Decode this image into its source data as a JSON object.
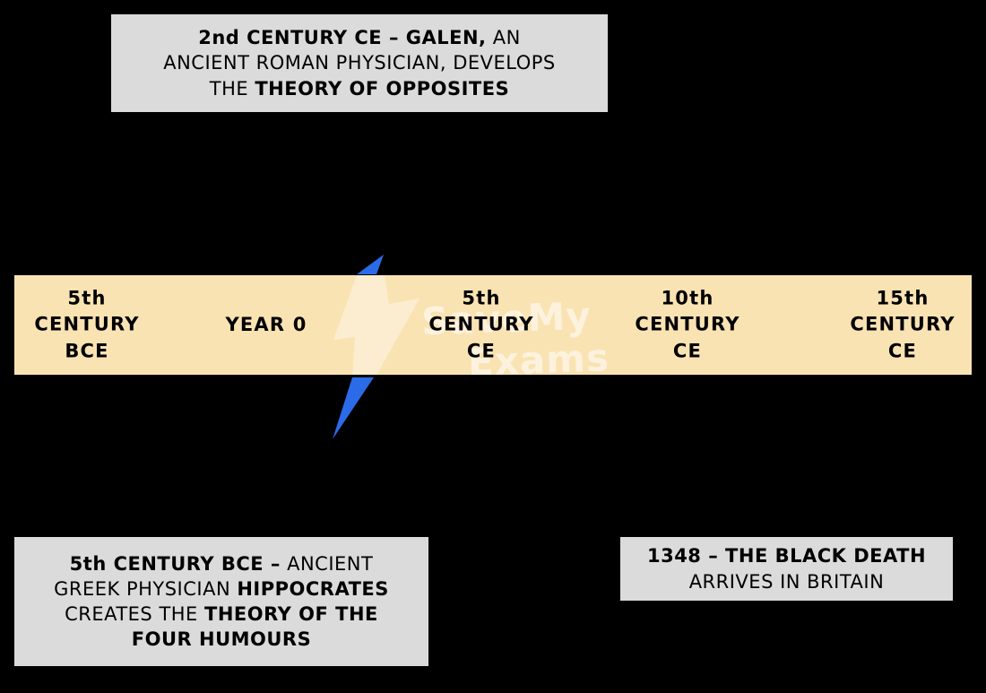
{
  "colors": {
    "canvas_bg": "#000000",
    "annotation_box_bg": "#dbdbdb",
    "annotation_box_border": "#000000",
    "timeline_bg": "#fae3b3",
    "timeline_border": "#000000",
    "arrow_blue": "#2b6be8",
    "text": "#000000"
  },
  "annotations": {
    "galen": {
      "lines": [
        [
          {
            "t": "2nd CENTURY CE – GALEN,",
            "b": true
          },
          {
            "t": " AN",
            "b": false
          }
        ],
        [
          {
            "t": "ANCIENT ROMAN PHYSICIAN, DEVELOPS",
            "b": false
          }
        ],
        [
          {
            "t": "THE ",
            "b": false
          },
          {
            "t": "THEORY OF OPPOSITES",
            "b": true
          }
        ]
      ]
    },
    "hippocrates": {
      "lines": [
        [
          {
            "t": "5th CENTURY BCE –",
            "b": true
          },
          {
            "t": " ANCIENT",
            "b": false
          }
        ],
        [
          {
            "t": "GREEK PHYSICIAN ",
            "b": false
          },
          {
            "t": "HIPPOCRATES",
            "b": true
          }
        ],
        [
          {
            "t": "CREATES THE ",
            "b": false
          },
          {
            "t": "THEORY OF THE",
            "b": true
          }
        ],
        [
          {
            "t": "FOUR HUMOURS",
            "b": true
          }
        ]
      ]
    },
    "black_death": {
      "lines": [
        [
          {
            "t": "1348 – THE BLACK DEATH",
            "b": true
          }
        ],
        [
          {
            "t": "ARRIVES IN BRITAIN",
            "b": false
          }
        ]
      ]
    }
  },
  "timeline": {
    "labels": [
      {
        "text": "5th\nCENTURY\nBCE"
      },
      {
        "text": "YEAR 0"
      },
      {
        "text": "5th\nCENTURY\nCE"
      },
      {
        "text": "10th\nCENTURY\nCE"
      },
      {
        "text": "15th\nCENTURY\nCE"
      }
    ]
  },
  "watermark": {
    "line1": "SaveMy",
    "line2": "Exams"
  }
}
